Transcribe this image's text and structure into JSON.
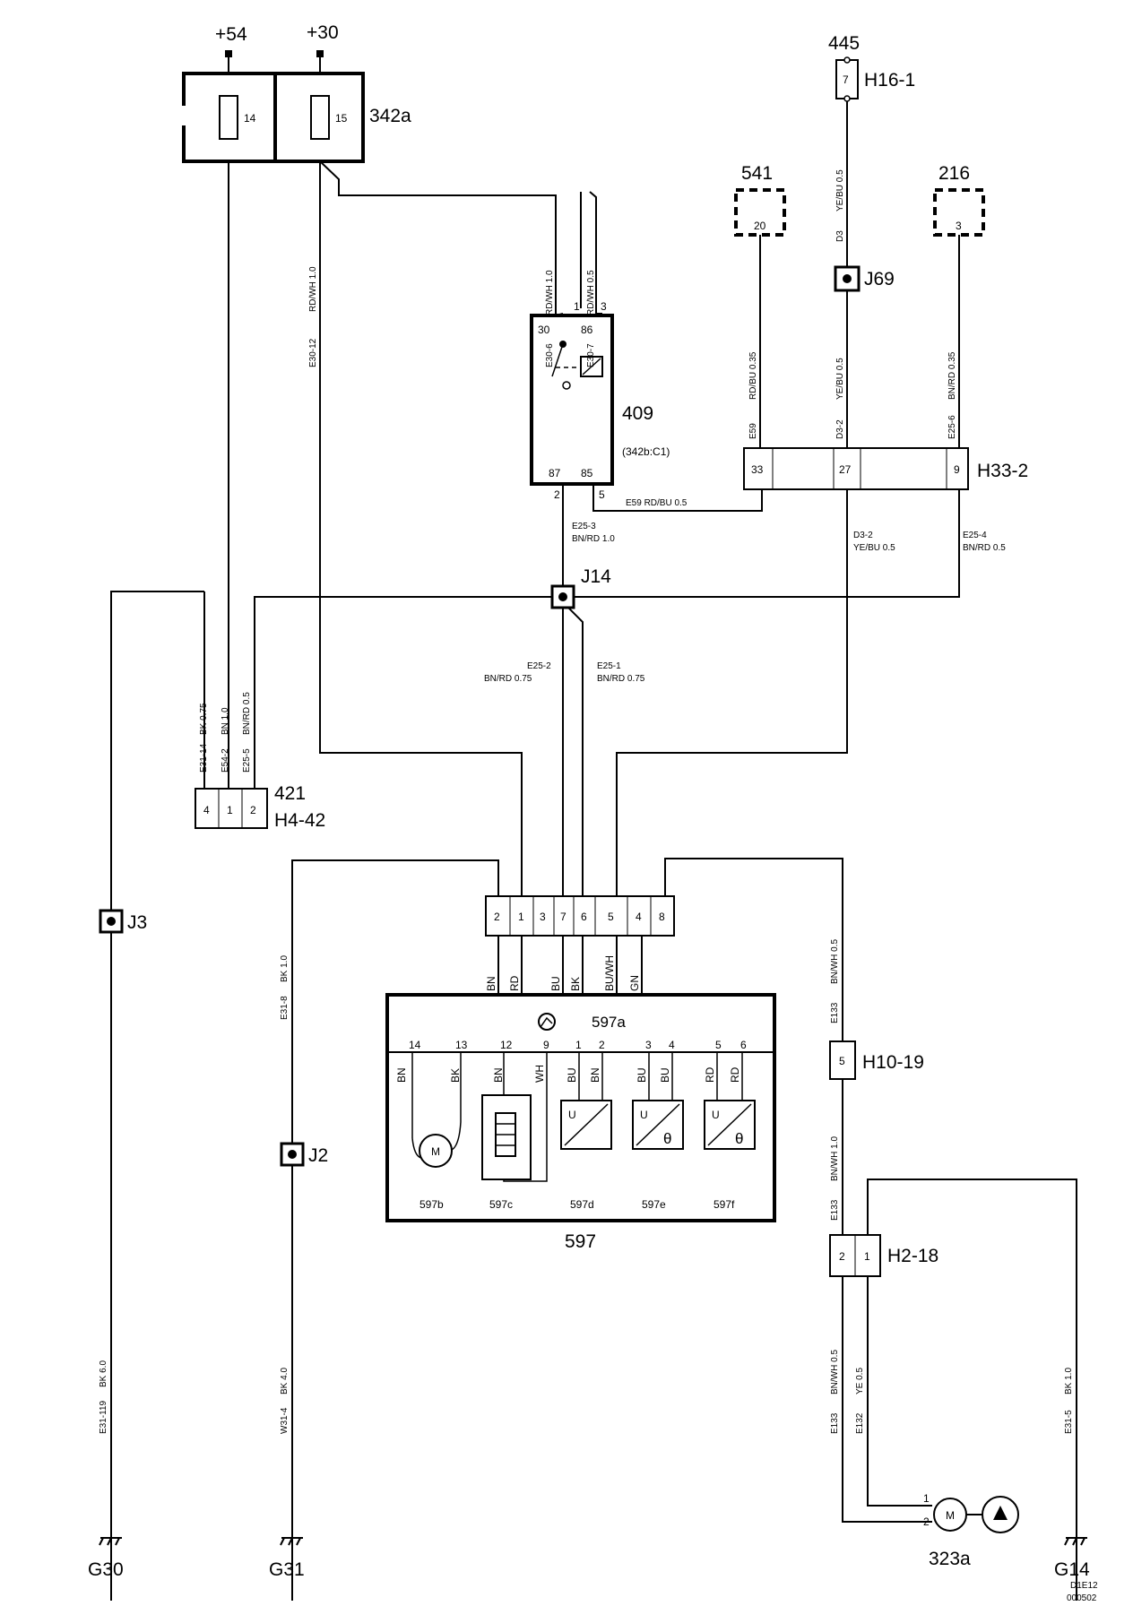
{
  "components": {
    "supply_54": "+54",
    "supply_30": "+30",
    "fusebox": "342a",
    "fuse_14": "14",
    "fuse_15": "15",
    "relay": "409",
    "relay_loc": "(342b:C1)",
    "relay_pins": [
      "30",
      "86",
      "87",
      "85"
    ],
    "relay_wire_pins": [
      "1",
      "3",
      "2",
      "5"
    ],
    "conn_445": "445",
    "conn_h16": "H16-1",
    "conn_h16_pin": "7",
    "comp_541": "541",
    "comp_541_pin": "20",
    "comp_216": "216",
    "comp_216_pin": "3",
    "j69": "J69",
    "h33": "H33-2",
    "h33_pins": [
      "33",
      "27",
      "9"
    ],
    "j14": "J14",
    "c421": "421",
    "h442": "H4-42",
    "h442_pins": [
      "4",
      "1",
      "2"
    ],
    "j3": "J3",
    "j2": "J2",
    "main_conn_pins": [
      "2",
      "1",
      "3",
      "7",
      "6",
      "5",
      "4",
      "8"
    ],
    "main_conn_colors": [
      "BN",
      "RD",
      "BU",
      "BK",
      "BU/WH",
      "GN"
    ],
    "unit": "597",
    "unit_a": "597a",
    "unit_pins": [
      "14",
      "13",
      "12",
      "9",
      "1",
      "2",
      "3",
      "4",
      "5",
      "6"
    ],
    "unit_wire_colors": [
      "BN",
      "BK",
      "BN",
      "WH",
      "BU",
      "BN",
      "BU",
      "BU",
      "RD",
      "RD"
    ],
    "sub_b": "597b",
    "sub_c": "597c",
    "sub_d": "597d",
    "sub_e": "597e",
    "sub_f": "597f",
    "motor_symbol": "M",
    "u_symbol": "U",
    "theta_symbol": "θ",
    "h1019": "H10-19",
    "h1019_pin": "5",
    "h218": "H2-18",
    "h218_pins": [
      "2",
      "1"
    ],
    "pump": "323a",
    "pump_pins": [
      "1",
      "2"
    ],
    "g30": "G30",
    "g31": "G31",
    "g14": "G14",
    "drawing_code_1": "D1E12",
    "drawing_code_2": "000502"
  },
  "wire_labels": {
    "w_e30_12": "E30-12",
    "w_e30_12_spec": "RD/WH   1.0",
    "w_e30_6": "E30-6",
    "w_e30_6_spec": "RD/WH   1.0",
    "w_e30_7": "E30-7",
    "w_e30_7_spec": "RD/WH   0.5",
    "w_d3": "D3",
    "w_d3_spec": "YE/BU   0.5",
    "w_e59": "E59",
    "w_e59_spec": "RD/BU   0.35",
    "w_d3_2": "D3-2",
    "w_d3_2_spec": "YE/BU   0.5",
    "w_e25_6": "E25-6",
    "w_e25_6_spec": "BN/RD   0.35",
    "w_e59_h": "E59     RD/BU     0.5",
    "w_e25_3": "E25-3",
    "w_e25_3_spec": "BN/RD   1.0",
    "w_d3_2b": "D3-2",
    "w_d3_2b_spec": "YE/BU   0.5",
    "w_e25_4": "E25-4",
    "w_e25_4_spec": "BN/RD   0.5",
    "w_e25_2": "E25-2",
    "w_e25_2_spec": "BN/RD   0.75",
    "w_e25_1": "E25-1",
    "w_e25_1_spec": "BN/RD   0.75",
    "w_e31_14": "E31-14",
    "w_e31_14_spec": "BK   0.75",
    "w_e54_2": "E54-2",
    "w_e54_2_spec": "BN   1.0",
    "w_e25_5": "E25-5",
    "w_e25_5_spec": "BN/RD   0.5",
    "w_e31_8": "E31-8",
    "w_e31_8_spec": "BK   1.0",
    "w_e133": "E133",
    "w_e133_spec": "BN/WH   0.5",
    "w_e133b": "E133",
    "w_e133b_spec": "BN/WH   1.0",
    "w_e31_119": "E31-119",
    "w_e31_119_spec": "BK   6.0",
    "w_w31_4": "W31-4",
    "w_w31_4_spec": "BK   4.0",
    "w_e133c": "E133",
    "w_e133c_spec": "BN/WH   0.5",
    "w_e132": "E132",
    "w_e132_spec": "YE   0.5",
    "w_e31_5": "E31-5",
    "w_e31_5_spec": "BK   1.0"
  }
}
